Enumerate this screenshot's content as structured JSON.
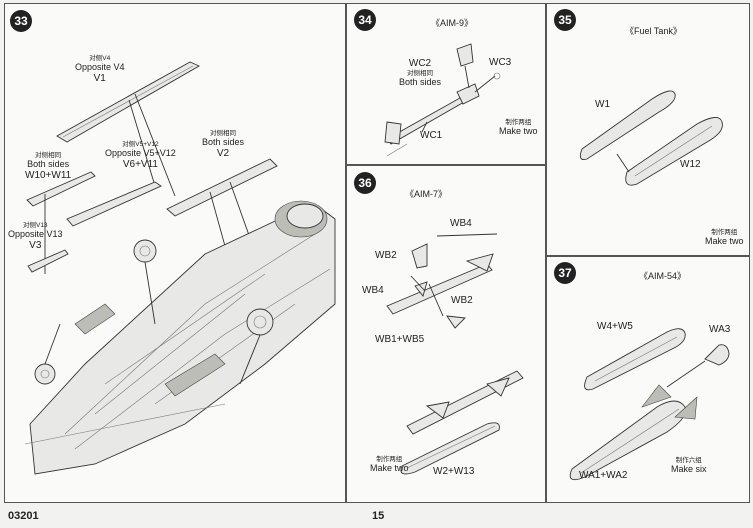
{
  "page_number": "15",
  "catalog_number": "03201",
  "steps": {
    "s33": {
      "number": "33",
      "labels": {
        "v1_cn": "对侧V4",
        "v1_opp": "Opposite V4",
        "v1": "V1",
        "v6_cn": "对侧V5+V12",
        "v6_opp": "Opposite V5+V12",
        "v6": "V6+V11",
        "w10_cn": "对侧相同",
        "w10_both": "Both sides",
        "w10": "W10+W11",
        "v2_cn": "对侧相同",
        "v2_both": "Both  sides",
        "v2": "V2",
        "v3_cn": "对侧V13",
        "v3_opp": "Opposite V13",
        "v3": "V3"
      }
    },
    "s34": {
      "number": "34",
      "title": "《AIM-9》",
      "wc2": "WC2",
      "wc2_cn": "对侧相同",
      "wc2_both": "Both  sides",
      "wc3": "WC3",
      "wc1": "WC1",
      "make_cn": "制作两组",
      "make": "Make two"
    },
    "s35": {
      "number": "35",
      "title": "《Fuel Tank》",
      "w1": "W1",
      "w12": "W12",
      "make_cn": "制作两组",
      "make": "Make two"
    },
    "s36": {
      "number": "36",
      "title": "《AIM-7》",
      "wb4_top": "WB4",
      "wb2_left": "WB2",
      "wb4_left": "WB4",
      "wb2_right": "WB2",
      "wb1": "WB1+WB5",
      "make_cn": "制作两组",
      "make": "Make two",
      "w2": "W2+W13"
    },
    "s37": {
      "number": "37",
      "title": "《AIM-54》",
      "w4": "W4+W5",
      "wa3": "WA3",
      "wa1": "WA1+WA2",
      "make_cn": "制作六组",
      "make": "Make six"
    }
  }
}
